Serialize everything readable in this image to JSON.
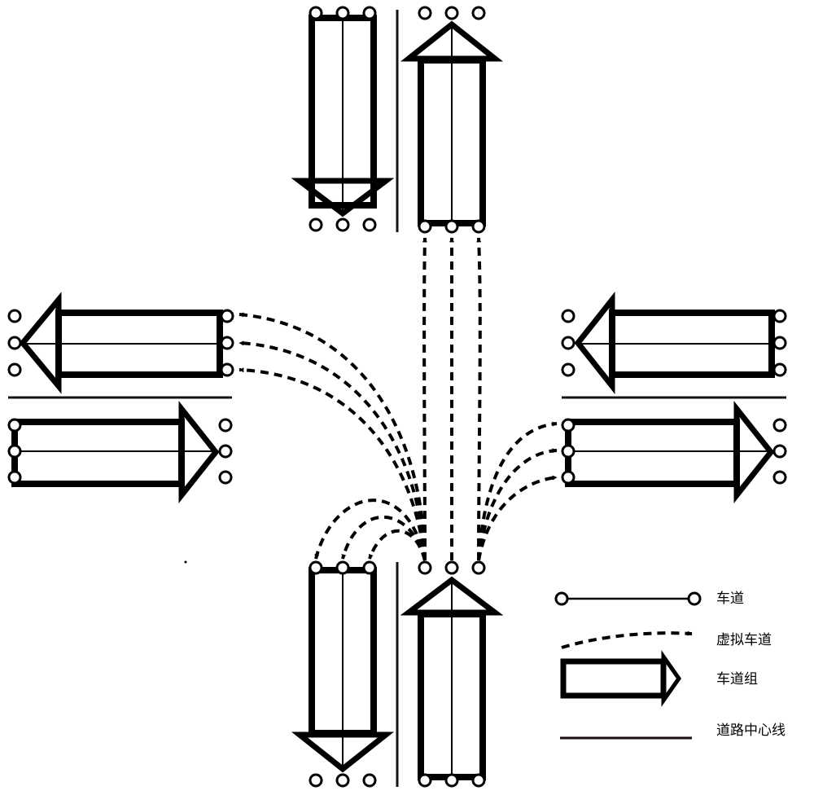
{
  "legend": {
    "lane": "车道",
    "virtual_lane": "虚拟车道",
    "lane_group": "车道组",
    "road_centerline": "道路中心线"
  },
  "colors": {
    "stroke": "#000000",
    "background": "#ffffff",
    "centerline": "#1a1210"
  }
}
